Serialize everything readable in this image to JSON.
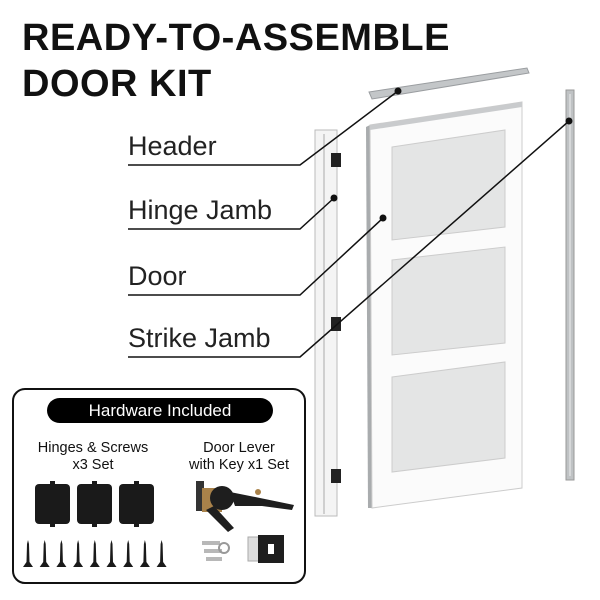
{
  "title": {
    "line1": "READY-TO-ASSEMBLE",
    "line2": "DOOR KIT"
  },
  "labels": {
    "header": "Header",
    "hinge_jamb": "Hinge Jamb",
    "door": "Door",
    "strike_jamb": "Strike Jamb"
  },
  "hardware": {
    "heading": "Hardware Included",
    "hinges": {
      "line1": "Hinges & Screws",
      "line2": "x3 Set"
    },
    "lever": {
      "line1": "Door Lever",
      "line2": "with Key x1 Set"
    }
  },
  "colors": {
    "frame": "#b5b8bb",
    "glass": "#e4e5e5",
    "accent": "#000000"
  }
}
